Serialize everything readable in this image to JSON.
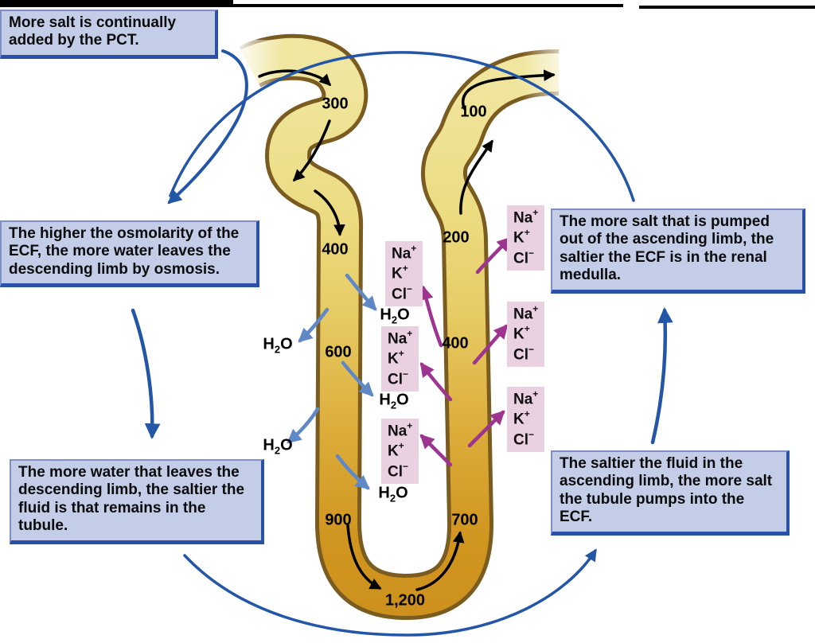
{
  "callouts": {
    "pct": "More salt is continually added by the PCT.",
    "osmolarity": "The higher the osmolarity of the ECF, the more water leaves the descending limb by osmosis.",
    "water_leaves": "The more water that leaves the descending limb, the saltier the fluid is that remains in the tubule.",
    "salt_pumped": "The more salt that is pumped out of the ascending limb, the saltier the ECF is in the renal medulla.",
    "saltier_fluid": "The saltier the fluid in the ascending limb, the more salt the tubule pumps into the ECF."
  },
  "tubule_values": {
    "descending": [
      "300",
      "400",
      "600",
      "900"
    ],
    "ascending": [
      "100",
      "200",
      "400",
      "700"
    ],
    "bend": "1,200"
  },
  "ion_pump": {
    "ions": [
      {
        "symbol": "Na",
        "charge": "+"
      },
      {
        "symbol": "K",
        "charge": "+"
      },
      {
        "symbol": "Cl",
        "charge": "−"
      }
    ]
  },
  "water": {
    "label": {
      "pre": "H",
      "sub": "2",
      "post": "O"
    }
  },
  "icons": {
    "flow_arrow": "black curved flow arrow inside tubule",
    "cycle_arrow": "blue feedback-cycle arrow connecting callout boxes",
    "ion_pump_arrow": "purple arrow pumping Na K Cl out of ascending limb",
    "water_arrow": "blue arrow of water leaving descending limb"
  },
  "colors": {
    "box_bg": "#c4cde8",
    "box_border": "#2b50a8",
    "ion_box_bg": "#ead1e2",
    "tube_outline": "#7b5c20",
    "tube_light": "#f0e6a0",
    "tube_dark": "#cd901d",
    "arrow_cycle": "#2456a8",
    "arrow_ion": "#9d3590",
    "arrow_water": "#6088c6",
    "arrow_flow": "#000000"
  }
}
